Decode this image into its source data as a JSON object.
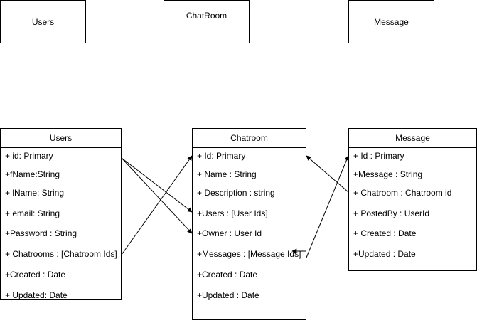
{
  "top_boxes": {
    "users": "Users",
    "chatroom": "ChatRoom",
    "message": "Message"
  },
  "entities": {
    "users": {
      "title": "Users",
      "fields": [
        "+ id: Primary",
        "+fName:String",
        "+ lName: String",
        "+ email: String",
        "+Password : String",
        "+ Chatrooms : [Chatroom Ids]",
        "+Created : Date",
        "+ Updated: Date"
      ]
    },
    "chatroom": {
      "title": "Chatroom",
      "fields": [
        "+ Id: Primary",
        "+ Name : String",
        "+ Description : string",
        "+Users : [User Ids]",
        "+Owner : User Id",
        "+Messages : [Message Ids]",
        "+Created : Date",
        "+Updated : Date"
      ]
    },
    "message": {
      "title": "Message",
      "fields": [
        "+ Id : Primary",
        "+Message : String",
        "+ Chatroom : Chatroom id",
        "+ PostedBy : UserId",
        "+ Created : Date",
        "+Updated : Date"
      ]
    }
  },
  "colors": {
    "stroke": "#000000",
    "background": "#ffffff"
  }
}
